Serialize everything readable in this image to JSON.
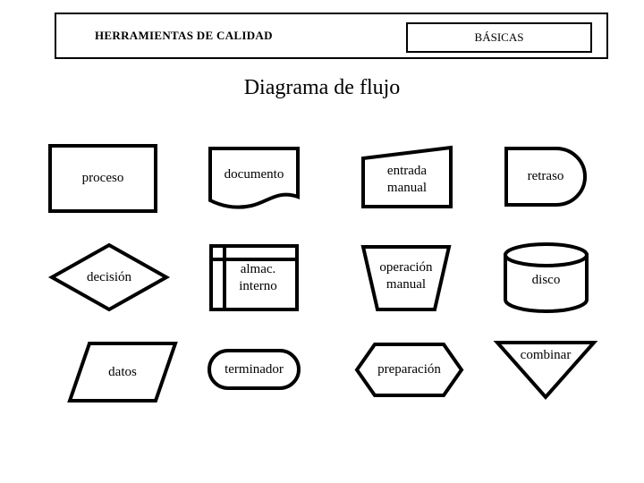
{
  "header": {
    "title": "HERRAMIENTAS DE CALIDAD",
    "subtitle": "BÁSICAS"
  },
  "page_title": "Diagrama de flujo",
  "colors": {
    "stroke": "#000000",
    "fill": "#ffffff",
    "background": "#ffffff"
  },
  "shapes": [
    {
      "id": "proceso",
      "label": "proceso",
      "icon": "rectangle-shape"
    },
    {
      "id": "documento",
      "label": "documento",
      "icon": "document-shape"
    },
    {
      "id": "entrada",
      "label": "entrada\nmanual",
      "icon": "manual-input-shape"
    },
    {
      "id": "retraso",
      "label": "retraso",
      "icon": "delay-shape"
    },
    {
      "id": "decision",
      "label": "decisión",
      "icon": "diamond-shape"
    },
    {
      "id": "almacen",
      "label": "almac.\ninterno",
      "icon": "internal-storage-shape"
    },
    {
      "id": "operacion",
      "label": "operación\nmanual",
      "icon": "manual-operation-shape"
    },
    {
      "id": "disco",
      "label": "disco",
      "icon": "cylinder-shape"
    },
    {
      "id": "datos",
      "label": "datos",
      "icon": "parallelogram-shape"
    },
    {
      "id": "terminador",
      "label": "terminador",
      "icon": "stadium-shape"
    },
    {
      "id": "preparacion",
      "label": "preparación",
      "icon": "hexagon-shape"
    },
    {
      "id": "combinar",
      "label": "combinar",
      "icon": "triangle-down-shape"
    }
  ]
}
